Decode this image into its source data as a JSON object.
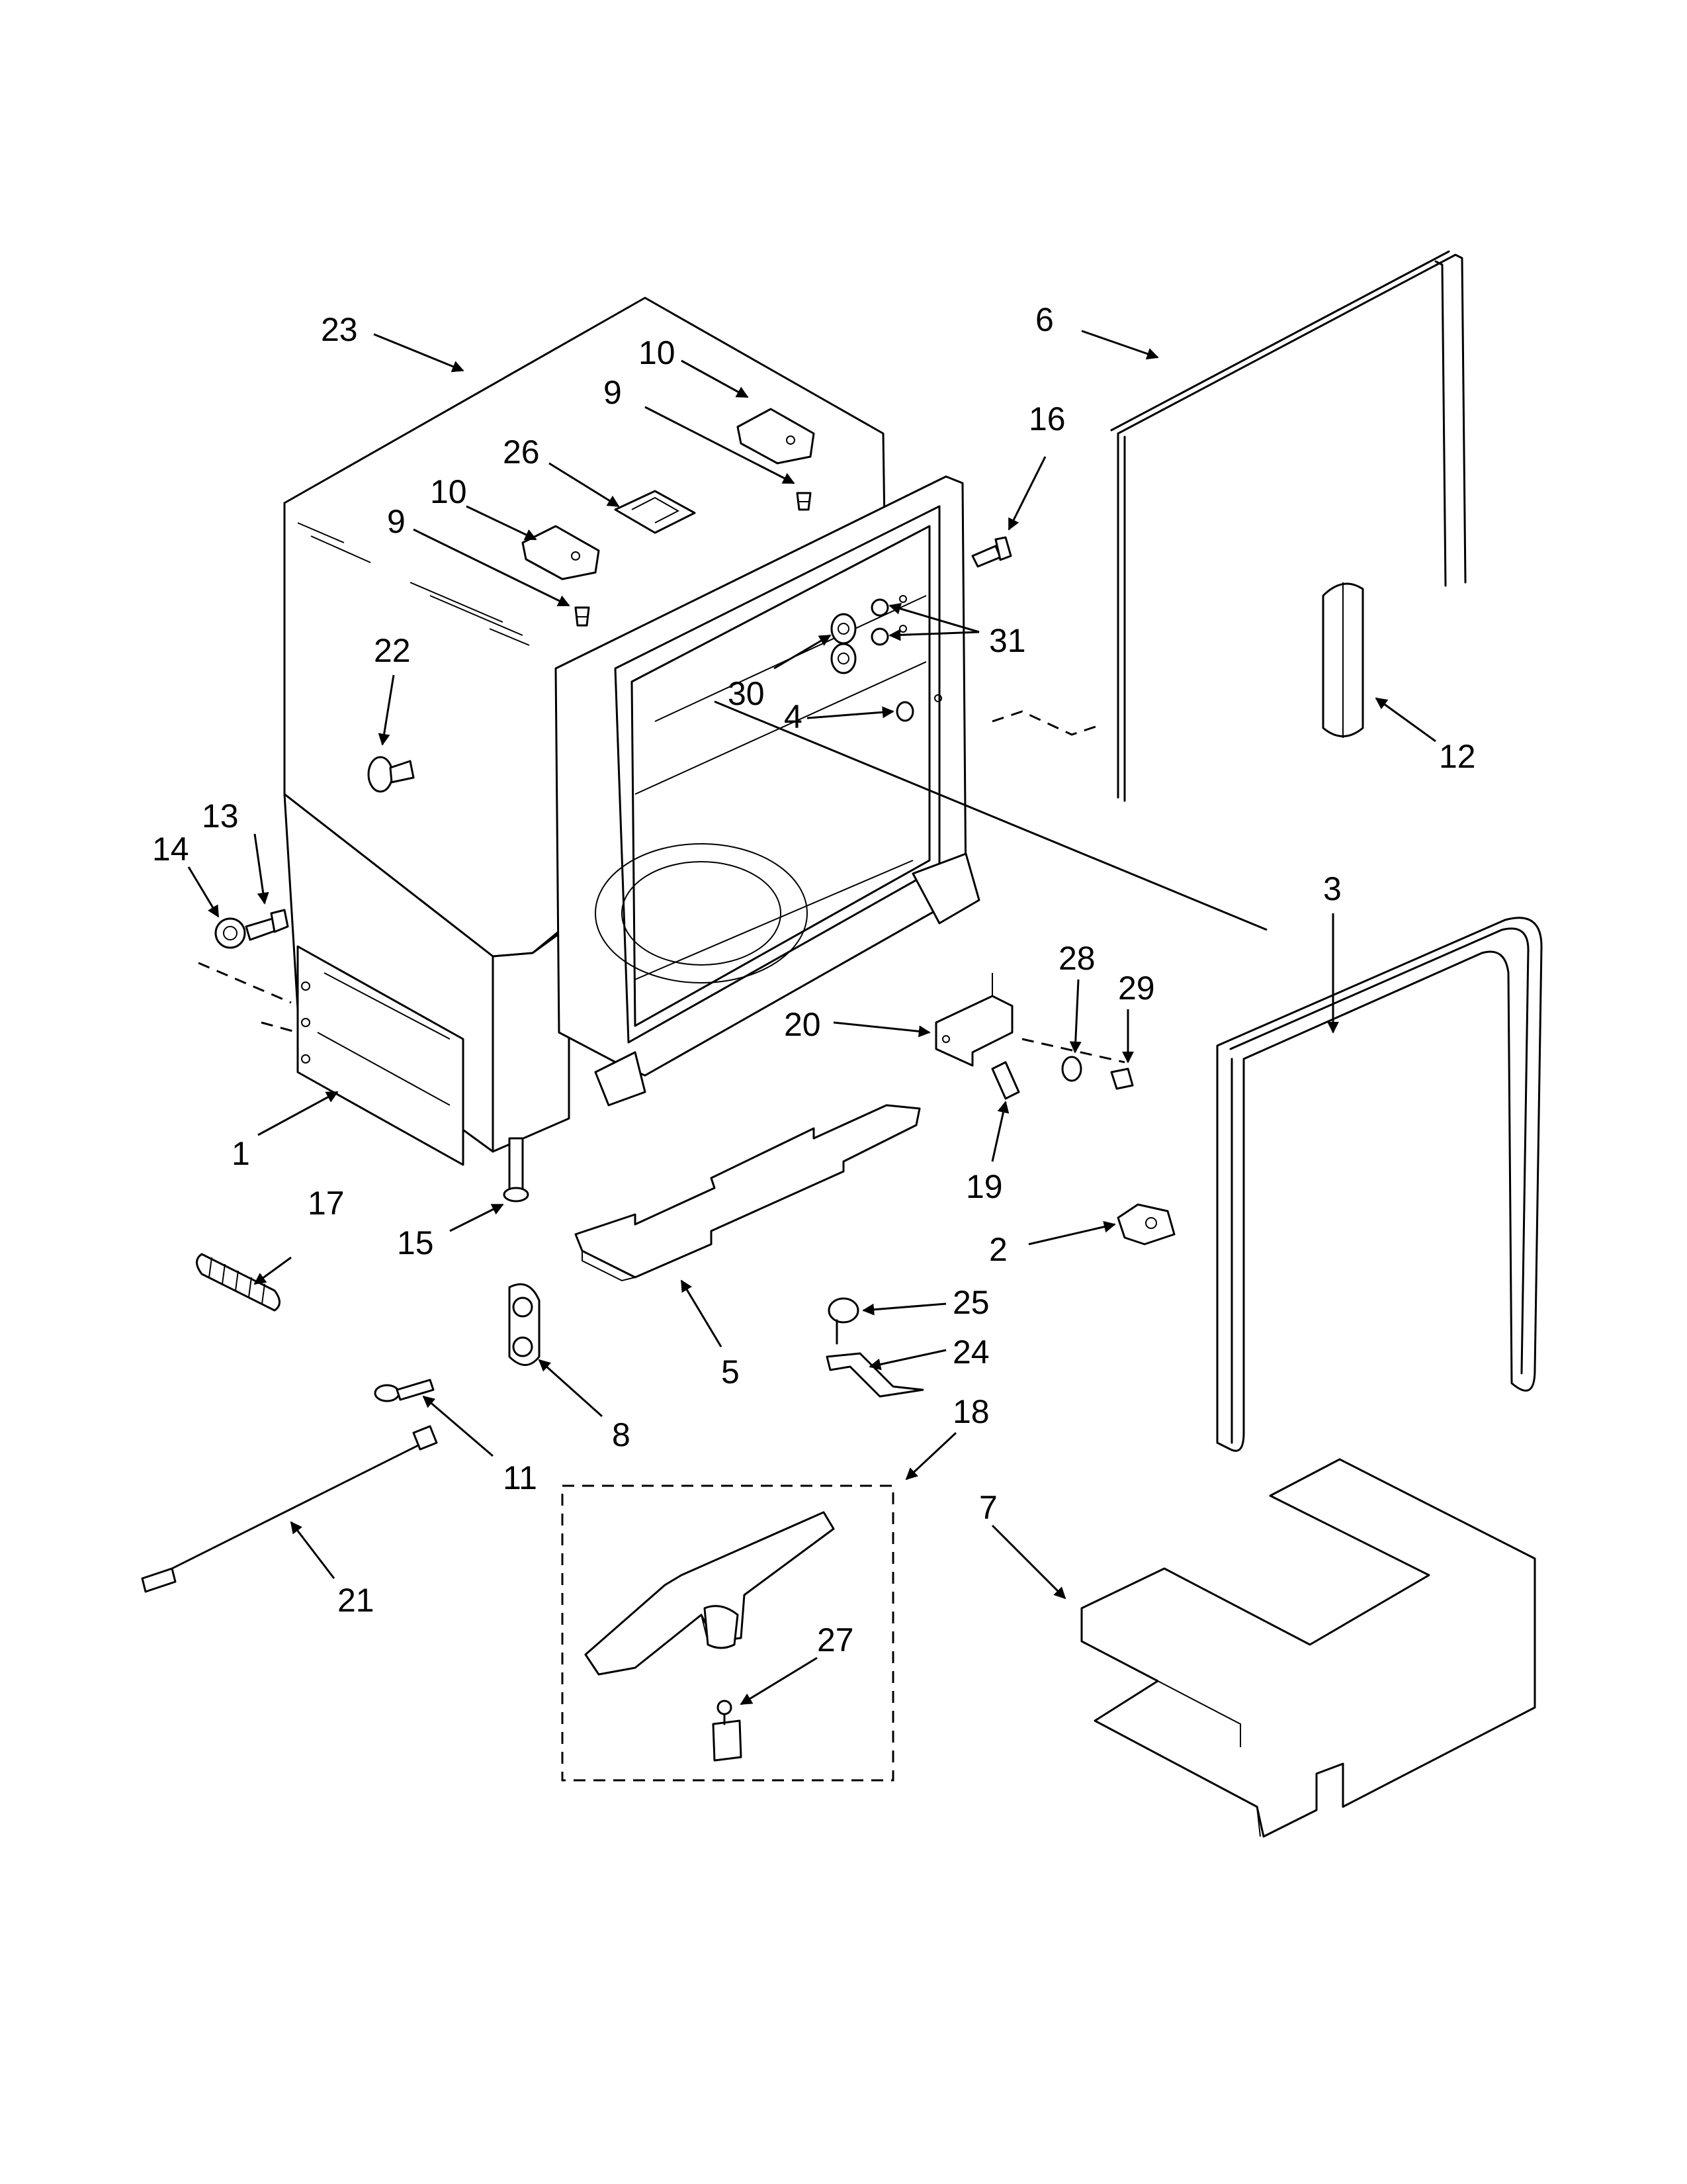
{
  "callouts": [
    {
      "id": "23",
      "text": "23"
    },
    {
      "id": "10a",
      "text": "10"
    },
    {
      "id": "9a",
      "text": "9"
    },
    {
      "id": "26",
      "text": "26"
    },
    {
      "id": "10b",
      "text": "10"
    },
    {
      "id": "9b",
      "text": "9"
    },
    {
      "id": "22",
      "text": "22"
    },
    {
      "id": "13",
      "text": "13"
    },
    {
      "id": "14",
      "text": "14"
    },
    {
      "id": "1",
      "text": "1"
    },
    {
      "id": "6",
      "text": "6"
    },
    {
      "id": "16",
      "text": "16"
    },
    {
      "id": "31",
      "text": "31"
    },
    {
      "id": "30",
      "text": "30"
    },
    {
      "id": "4",
      "text": "4"
    },
    {
      "id": "12",
      "text": "12"
    },
    {
      "id": "3",
      "text": "3"
    },
    {
      "id": "28",
      "text": "28"
    },
    {
      "id": "29",
      "text": "29"
    },
    {
      "id": "20",
      "text": "20"
    },
    {
      "id": "19",
      "text": "19"
    },
    {
      "id": "17",
      "text": "17"
    },
    {
      "id": "15",
      "text": "15"
    },
    {
      "id": "2",
      "text": "2"
    },
    {
      "id": "25",
      "text": "25"
    },
    {
      "id": "24",
      "text": "24"
    },
    {
      "id": "5",
      "text": "5"
    },
    {
      "id": "8",
      "text": "8"
    },
    {
      "id": "18",
      "text": "18"
    },
    {
      "id": "11",
      "text": "11"
    },
    {
      "id": "21",
      "text": "21"
    },
    {
      "id": "7",
      "text": "7"
    },
    {
      "id": "27",
      "text": "27"
    }
  ]
}
